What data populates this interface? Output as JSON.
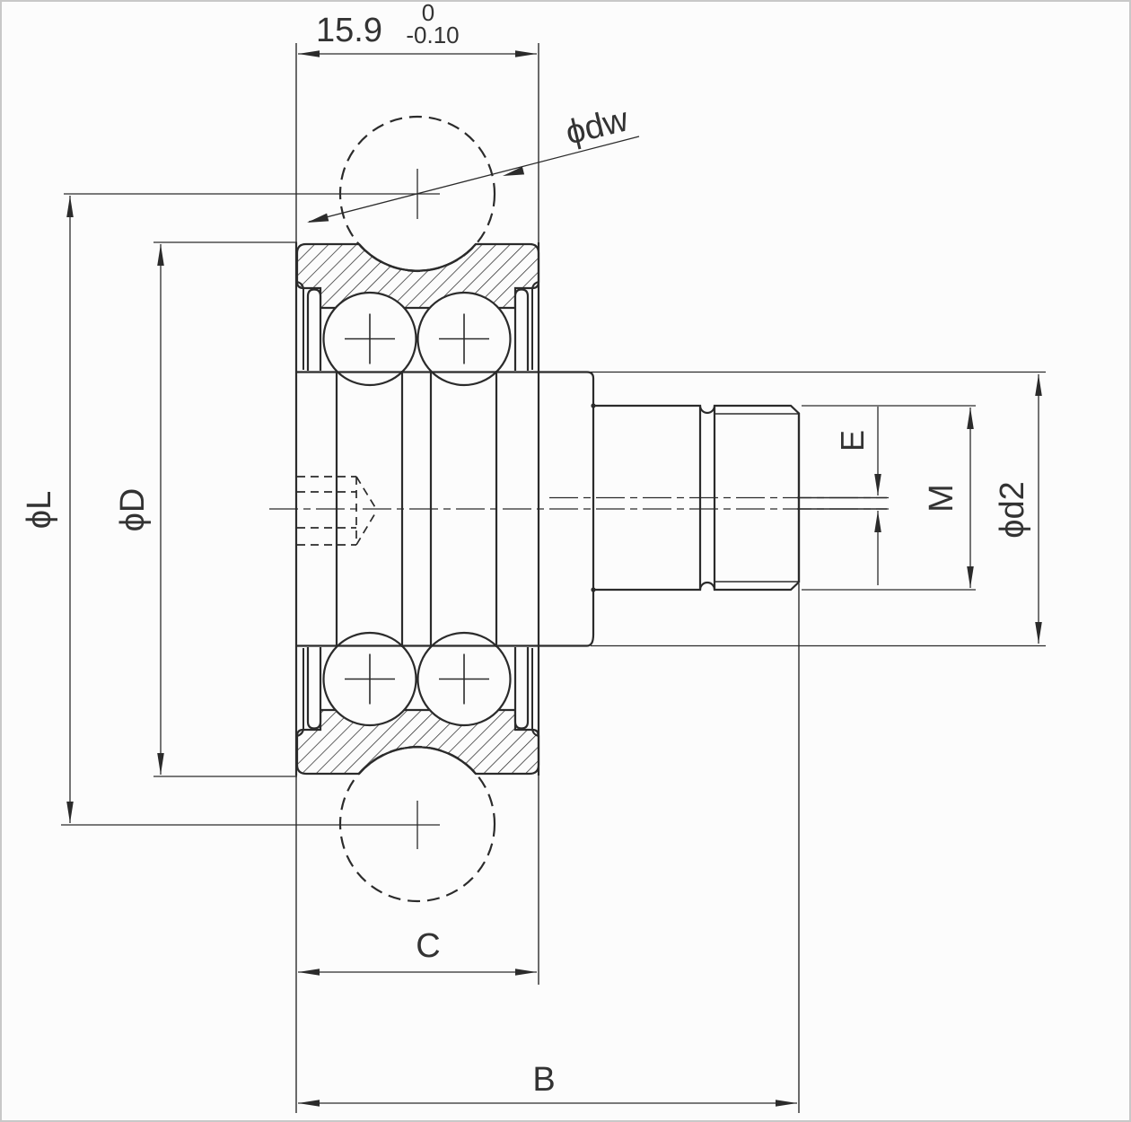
{
  "drawing": {
    "width_dim": {
      "value": "15.9",
      "tol_upper": "0",
      "tol_lower": "-0.10"
    },
    "labels": {
      "ball_dia": "ϕdw",
      "outer_ref_dia": "ϕL",
      "outer_dia": "ϕD",
      "eccentricity": "E",
      "thread": "M",
      "stud_dia": "ϕd2",
      "width_c": "C",
      "length_b": "B"
    },
    "colors": {
      "line": "#2b2b2b",
      "text": "#333333",
      "background": "#fcfcfc",
      "border": "#c8c8c8"
    }
  }
}
